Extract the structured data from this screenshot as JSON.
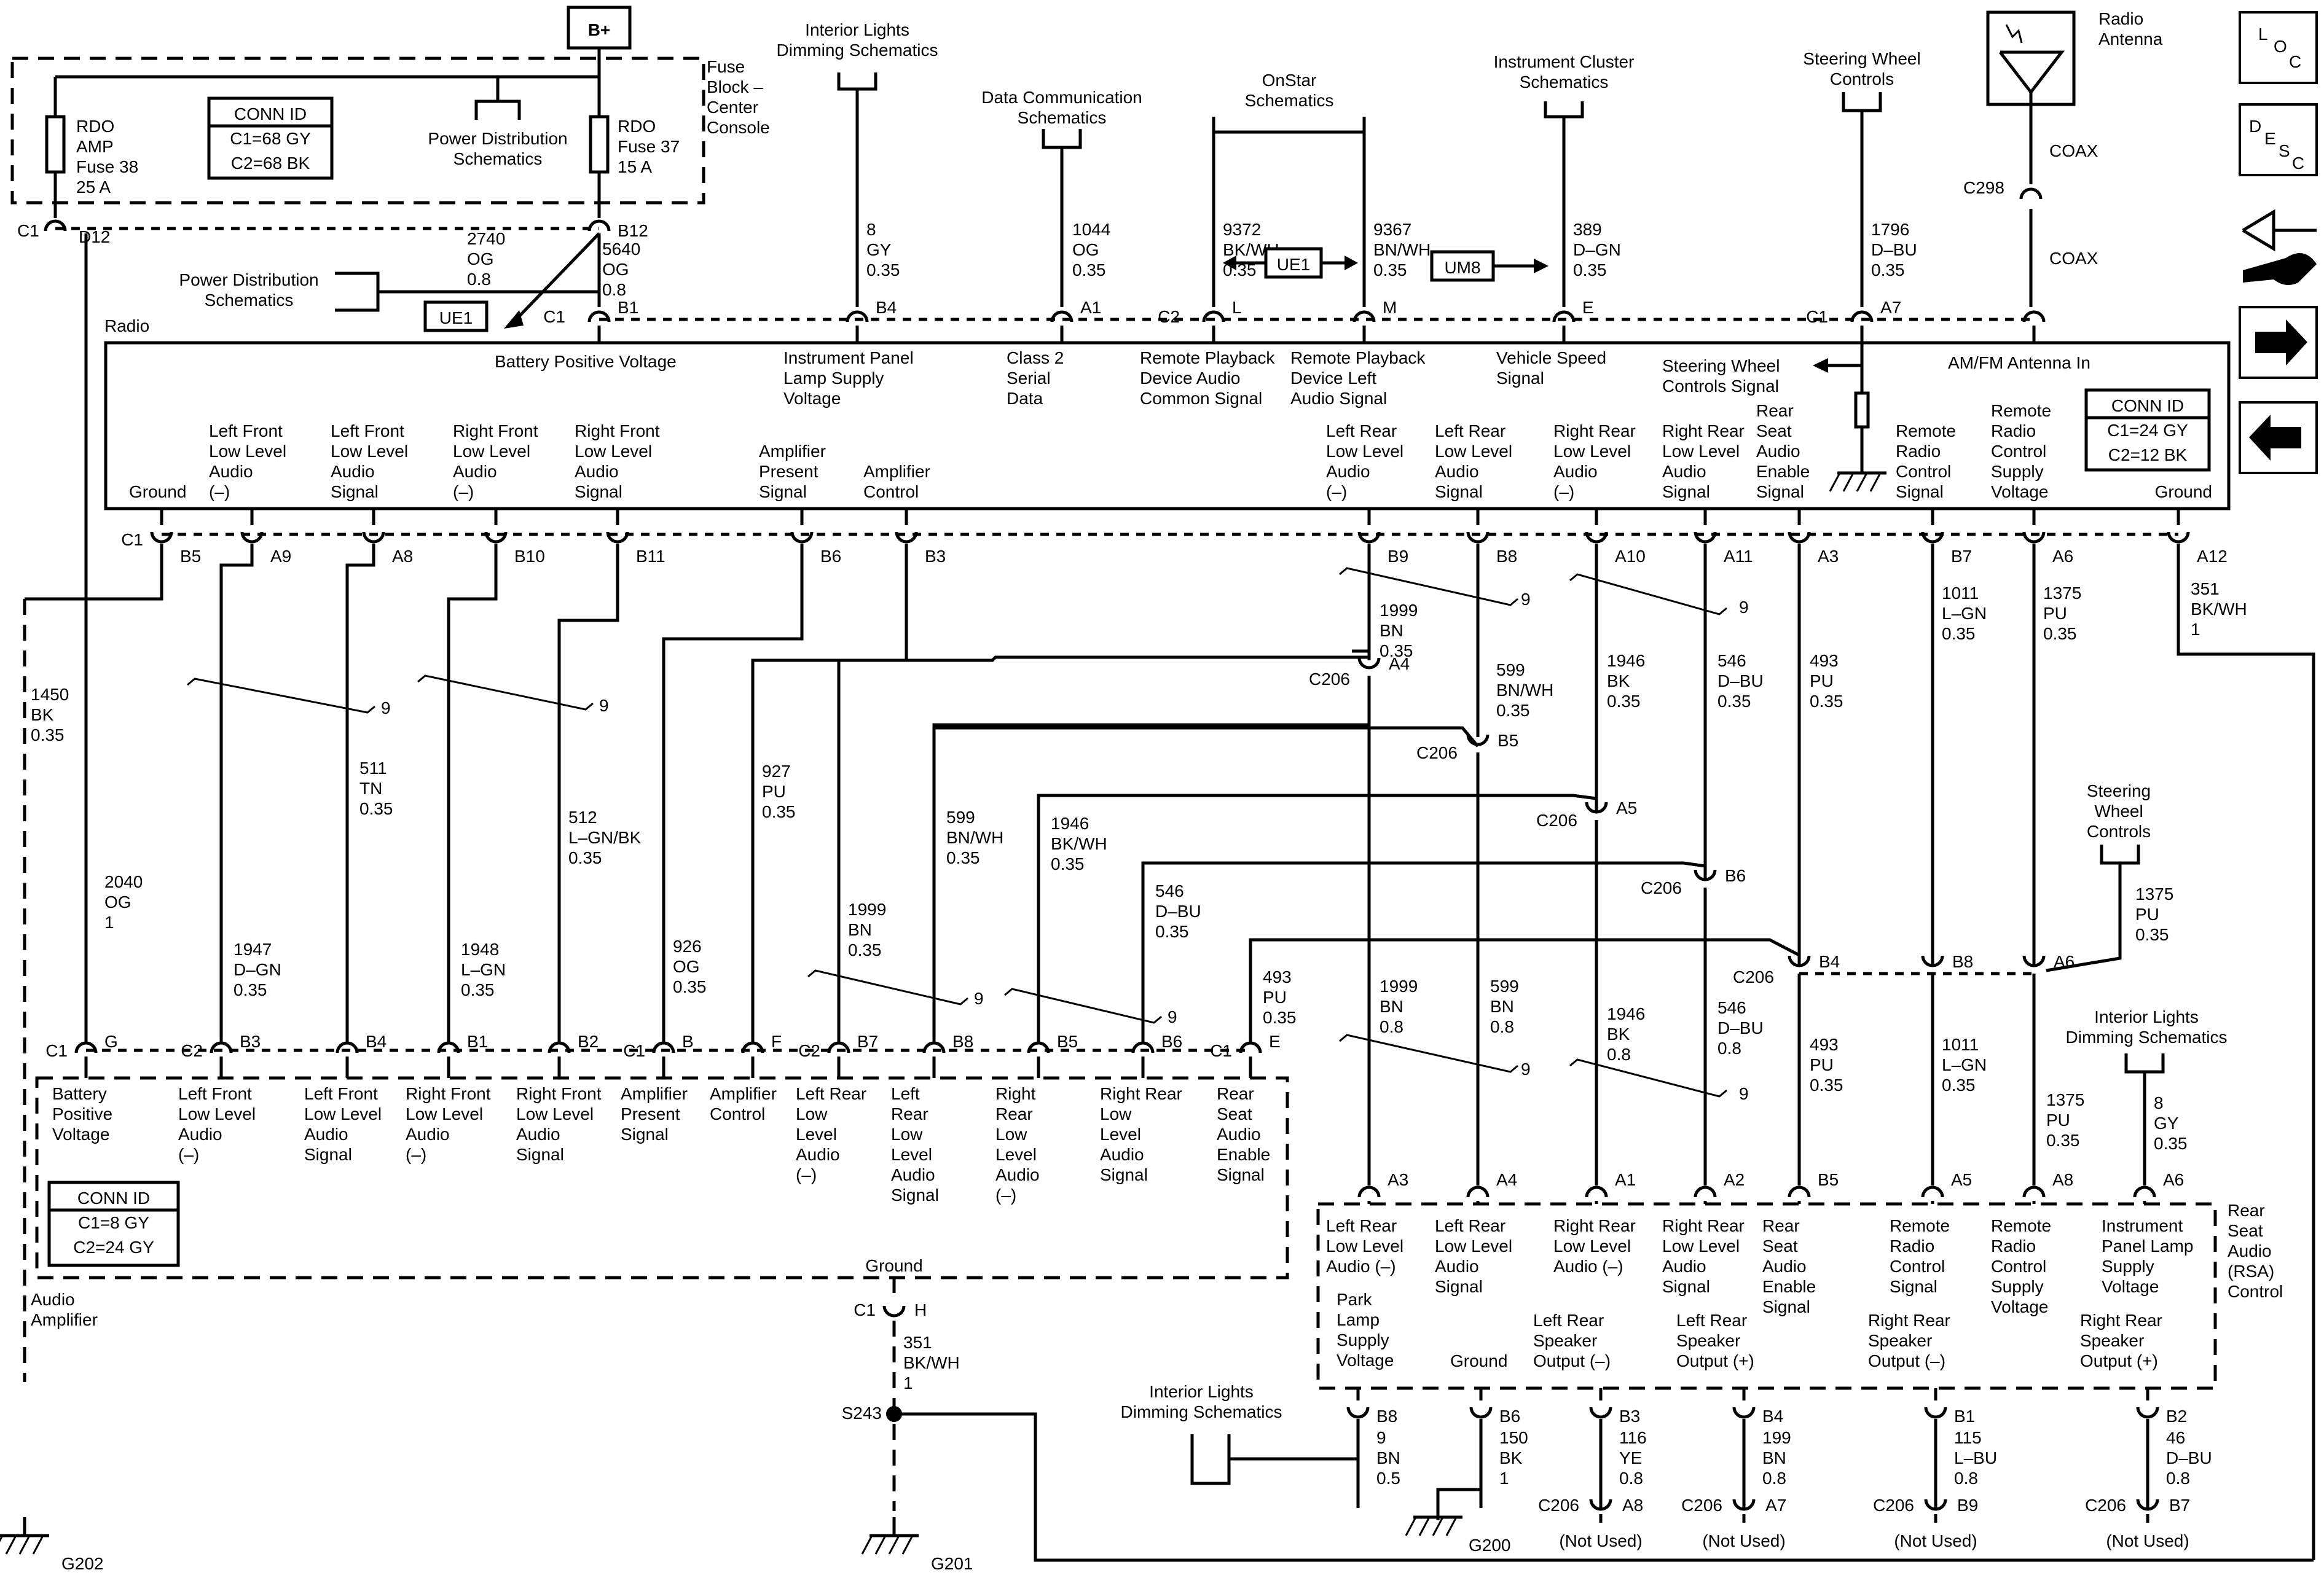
{
  "power": {
    "bplus": "B+",
    "fuse_block": [
      "Fuse",
      "Block –",
      "Center",
      "Console"
    ],
    "power_dist": [
      "Power Distribution",
      "Schematics"
    ],
    "power_dist2": [
      "Power Distribution",
      "Schematics"
    ],
    "fuse38": [
      "RDO",
      "AMP",
      "Fuse 38",
      "25 A"
    ],
    "fuse37": [
      "RDO",
      "Fuse 37",
      "15 A"
    ],
    "fb_conn": [
      "CONN ID",
      "C1=68 GY",
      "C2=68 BK"
    ],
    "c1": "C1",
    "d12": "D12",
    "b12": "B12",
    "w2740": [
      "2740",
      "OG",
      "0.8"
    ],
    "w5640": [
      "5640",
      "OG",
      "0.8"
    ],
    "ue1": "UE1"
  },
  "radio": {
    "name": "Radio",
    "conn": [
      "CONN ID",
      "C1=24 GY",
      "C2=12 BK"
    ],
    "top_pins": [
      {
        "conn": "C1",
        "pin": "B1",
        "label": [
          "Battery Positive Voltage"
        ]
      },
      {
        "conn": "",
        "pin": "B4",
        "label": [
          "Instrument Panel",
          "Lamp Supply",
          "Voltage"
        ]
      },
      {
        "conn": "",
        "pin": "A1",
        "label": [
          "Class 2",
          "Serial",
          "Data"
        ]
      },
      {
        "conn": "C2",
        "pin": "L",
        "label": [
          "Remote Playback",
          "Device Audio",
          "Common Signal"
        ]
      },
      {
        "conn": "",
        "pin": "M",
        "label": [
          "Remote Playback",
          "Device Left",
          "Audio Signal"
        ]
      },
      {
        "conn": "",
        "pin": "E",
        "label": [
          "Vehicle Speed",
          "Signal"
        ]
      },
      {
        "conn": "C1",
        "pin": "A7",
        "label": [
          "Steering Wheel",
          "Controls Signal"
        ]
      },
      {
        "conn": "",
        "pin": "",
        "label": [
          "AM/FM Antenna In"
        ]
      }
    ],
    "bottom_pins": [
      {
        "conn": "C1",
        "pin": "B5",
        "label": [
          "Ground"
        ]
      },
      {
        "conn": "",
        "pin": "A9",
        "label": [
          "Left Front",
          "Low Level",
          "Audio",
          "(–)"
        ]
      },
      {
        "conn": "",
        "pin": "A8",
        "label": [
          "Left Front",
          "Low Level",
          "Audio",
          "Signal"
        ]
      },
      {
        "conn": "",
        "pin": "B10",
        "label": [
          "Right Front",
          "Low Level",
          "Audio",
          "(–)"
        ]
      },
      {
        "conn": "",
        "pin": "B11",
        "label": [
          "Right Front",
          "Low Level",
          "Audio",
          "Signal"
        ]
      },
      {
        "conn": "",
        "pin": "B6",
        "label": [
          "Amplifier",
          "Present",
          "Signal"
        ]
      },
      {
        "conn": "",
        "pin": "B3",
        "label": [
          "Amplifier",
          "Control"
        ]
      },
      {
        "conn": "",
        "pin": "B9",
        "label": [
          "Left Rear",
          "Low Level",
          "Audio",
          "(–)"
        ]
      },
      {
        "conn": "",
        "pin": "B8",
        "label": [
          "Left Rear",
          "Low Level",
          "Audio",
          "Signal"
        ]
      },
      {
        "conn": "",
        "pin": "A10",
        "label": [
          "Right Rear",
          "Low Level",
          "Audio",
          "(–)"
        ]
      },
      {
        "conn": "",
        "pin": "A11",
        "label": [
          "Right Rear",
          "Low Level",
          "Audio",
          "Signal"
        ]
      },
      {
        "conn": "",
        "pin": "A3",
        "label": [
          "Rear",
          "Seat",
          "Audio",
          "Enable",
          "Signal"
        ]
      },
      {
        "conn": "",
        "pin": "B7",
        "label": [
          "Remote",
          "Radio",
          "Control",
          "Signal"
        ]
      },
      {
        "conn": "",
        "pin": "A6",
        "label": [
          "Remote",
          "Radio",
          "Control",
          "Supply",
          "Voltage"
        ]
      },
      {
        "conn": "",
        "pin": "A12",
        "label": [
          "Ground"
        ]
      }
    ]
  },
  "top_refs": {
    "interior_lights": [
      "Interior Lights",
      "Dimming Schematics"
    ],
    "data_comm": [
      "Data Communication",
      "Schematics"
    ],
    "onstar": [
      "OnStar",
      "Schematics"
    ],
    "cluster": [
      "Instrument Cluster",
      "Schematics"
    ],
    "swc": [
      "Steering Wheel",
      "Controls"
    ],
    "antenna": [
      "Radio",
      "Antenna"
    ],
    "coax": "COAX",
    "c298": "C298",
    "ue1": "UE1",
    "um8": "UM8"
  },
  "top_wires": [
    [
      "8",
      "GY",
      "0.35"
    ],
    [
      "1044",
      "OG",
      "0.35"
    ],
    [
      "9372",
      "BK/WH",
      "0.35"
    ],
    [
      "9367",
      "BN/WH",
      "0.35"
    ],
    [
      "389",
      "D–GN",
      "0.35"
    ],
    [
      "1796",
      "D–BU",
      "0.35"
    ]
  ],
  "mid_wires": {
    "w1450": [
      "1450",
      "BK",
      "0.35"
    ],
    "w2040": [
      "2040",
      "OG",
      "1"
    ],
    "w1947": [
      "1947",
      "D–GN",
      "0.35"
    ],
    "w511": [
      "511",
      "TN",
      "0.35"
    ],
    "w1948": [
      "1948",
      "L–GN",
      "0.35"
    ],
    "w512": [
      "512",
      "L–GN/BK",
      "0.35"
    ],
    "w926": [
      "926",
      "OG",
      "0.35"
    ],
    "w927": [
      "927",
      "PU",
      "0.35"
    ],
    "w1999a": [
      "1999",
      "BN",
      "0.35"
    ],
    "w599a": [
      "599",
      "BN/WH",
      "0.35"
    ],
    "w1946a": [
      "1946",
      "BK/WH",
      "0.35"
    ],
    "w546a": [
      "546",
      "D–BU",
      "0.35"
    ],
    "w493a": [
      "493",
      "PU",
      "0.35"
    ],
    "w1999b": [
      "1999",
      "BN",
      "0.35"
    ],
    "w599b": [
      "599",
      "BN/WH",
      "0.35"
    ],
    "w1946b": [
      "1946",
      "BK",
      "0.35"
    ],
    "w546b": [
      "546",
      "D–BU",
      "0.35"
    ],
    "w493b": [
      "493",
      "PU",
      "0.35"
    ],
    "w1011a": [
      "1011",
      "L–GN",
      "0.35"
    ],
    "w1375a": [
      "1375",
      "PU",
      "0.35"
    ],
    "w351a": [
      "351",
      "BK/WH",
      "1"
    ],
    "w1375b": [
      "1375",
      "PU",
      "0.35"
    ],
    "twist": "9"
  },
  "c206": {
    "label": "C206",
    "pins": [
      "A4",
      "B5",
      "A5",
      "B6",
      "B4",
      "B8",
      "A6"
    ],
    "swc2": [
      "Steering",
      "Wheel",
      "Controls"
    ]
  },
  "lower_wires": {
    "w1999c": [
      "1999",
      "BN",
      "0.8"
    ],
    "w599c": [
      "599",
      "BN",
      "0.8"
    ],
    "w1946c": [
      "1946",
      "BK",
      "0.8"
    ],
    "w546c": [
      "546",
      "D–BU",
      "0.8"
    ],
    "w493c": [
      "493",
      "PU",
      "0.35"
    ],
    "w1011b": [
      "1011",
      "L–GN",
      "0.35"
    ],
    "w1375c": [
      "1375",
      "PU",
      "0.35"
    ],
    "w8b": [
      "8",
      "GY",
      "0.35"
    ],
    "interior_lights2": [
      "Interior Lights",
      "Dimming Schematics"
    ]
  },
  "amp": {
    "name": [
      "Audio",
      "Amplifier"
    ],
    "conn": [
      "CONN ID",
      "C1=8 GY",
      "C2=24 GY"
    ],
    "pins": [
      {
        "conn": "C1",
        "pin": "G",
        "label": [
          "Battery",
          "Positive",
          "Voltage"
        ]
      },
      {
        "conn": "C2",
        "pin": "B3",
        "label": [
          "Left Front",
          "Low Level",
          "Audio",
          "(–)"
        ]
      },
      {
        "conn": "",
        "pin": "B4",
        "label": [
          "Left Front",
          "Low Level",
          "Audio",
          "Signal"
        ]
      },
      {
        "conn": "",
        "pin": "B1",
        "label": [
          "Right Front",
          "Low Level",
          "Audio",
          "(–)"
        ]
      },
      {
        "conn": "",
        "pin": "B2",
        "label": [
          "Right Front",
          "Low Level",
          "Audio",
          "Signal"
        ]
      },
      {
        "conn": "C1",
        "pin": "B",
        "label": [
          "Amplifier",
          "Present",
          "Signal"
        ]
      },
      {
        "conn": "",
        "pin": "F",
        "label": [
          "Amplifier",
          "Control"
        ]
      },
      {
        "conn": "C2",
        "pin": "B7",
        "label": [
          "Left Rear",
          "Low",
          "Level",
          "Audio",
          "(–)"
        ]
      },
      {
        "conn": "",
        "pin": "B8",
        "label": [
          "Left",
          "Rear",
          "Low",
          "Level",
          "Audio",
          "Signal"
        ]
      },
      {
        "conn": "",
        "pin": "B5",
        "label": [
          "Right",
          "Rear",
          "Low",
          "Level",
          "Audio",
          "(–)"
        ]
      },
      {
        "conn": "",
        "pin": "B6",
        "label": [
          "Right Rear",
          "Low",
          "Level",
          "Audio",
          "Signal"
        ]
      },
      {
        "conn": "C1",
        "pin": "E",
        "label": [
          "Rear",
          "Seat",
          "Audio",
          "Enable",
          "Signal"
        ]
      }
    ],
    "ground": "Ground",
    "ground_conn": "C1",
    "ground_pin": "H",
    "w351": [
      "351",
      "BK/WH",
      "1"
    ],
    "splice": "S243",
    "g201": "G201",
    "g202": "G202"
  },
  "rsa": {
    "name": [
      "Rear",
      "Seat",
      "Audio",
      "(RSA)",
      "Control"
    ],
    "top_pins": [
      {
        "pin": "A3",
        "label": [
          "Left Rear",
          "Low Level",
          "Audio (–)"
        ]
      },
      {
        "pin": "A4",
        "label": [
          "Left Rear",
          "Low Level",
          "Audio",
          "Signal"
        ]
      },
      {
        "pin": "A1",
        "label": [
          "Right Rear",
          "Low Level",
          "Audio (–)"
        ]
      },
      {
        "pin": "A2",
        "label": [
          "Right Rear",
          "Low Level",
          "Audio",
          "Signal"
        ]
      },
      {
        "pin": "B5",
        "label": [
          "Rear",
          "Seat",
          "Audio",
          "Enable",
          "Signal"
        ]
      },
      {
        "pin": "A5",
        "label": [
          "Remote",
          "Radio",
          "Control",
          "Signal"
        ]
      },
      {
        "pin": "A8",
        "label": [
          "Remote",
          "Radio",
          "Control",
          "Supply",
          "Voltage"
        ]
      },
      {
        "pin": "A6",
        "label": [
          "Instrument",
          "Panel Lamp",
          "Supply",
          "Voltage"
        ]
      }
    ],
    "bottom_pins": [
      {
        "pin": "B8",
        "label": [
          "Park",
          "Lamp",
          "Supply",
          "Voltage"
        ]
      },
      {
        "pin": "B6",
        "label": [
          "Ground"
        ]
      },
      {
        "pin": "B3",
        "label": [
          "Left Rear",
          "Speaker",
          "Output (–)"
        ]
      },
      {
        "pin": "B4",
        "label": [
          "Left Rear",
          "Speaker",
          "Output (+)"
        ]
      },
      {
        "pin": "B1",
        "label": [
          "Right Rear",
          "Speaker",
          "Output (–)"
        ]
      },
      {
        "pin": "B2",
        "label": [
          "Right Rear",
          "Speaker",
          "Output (+)"
        ]
      }
    ],
    "bottom_wires": [
      [
        "9",
        "BN",
        "0.5"
      ],
      [
        "150",
        "BK",
        "1"
      ],
      [
        "116",
        "YE",
        "0.8"
      ],
      [
        "199",
        "BN",
        "0.8"
      ],
      [
        "115",
        "L–BU",
        "0.8"
      ],
      [
        "46",
        "D–BU",
        "0.8"
      ]
    ],
    "c206_pins": [
      "A8",
      "A7",
      "B9",
      "B7"
    ],
    "not_used": "(Not Used)",
    "g200": "G200",
    "interior_lights3": [
      "Interior Lights",
      "Dimming Schematics"
    ]
  },
  "nav": {
    "loc": [
      "L",
      "O",
      "C"
    ],
    "desc": [
      "D",
      "E",
      "S",
      "C"
    ]
  }
}
